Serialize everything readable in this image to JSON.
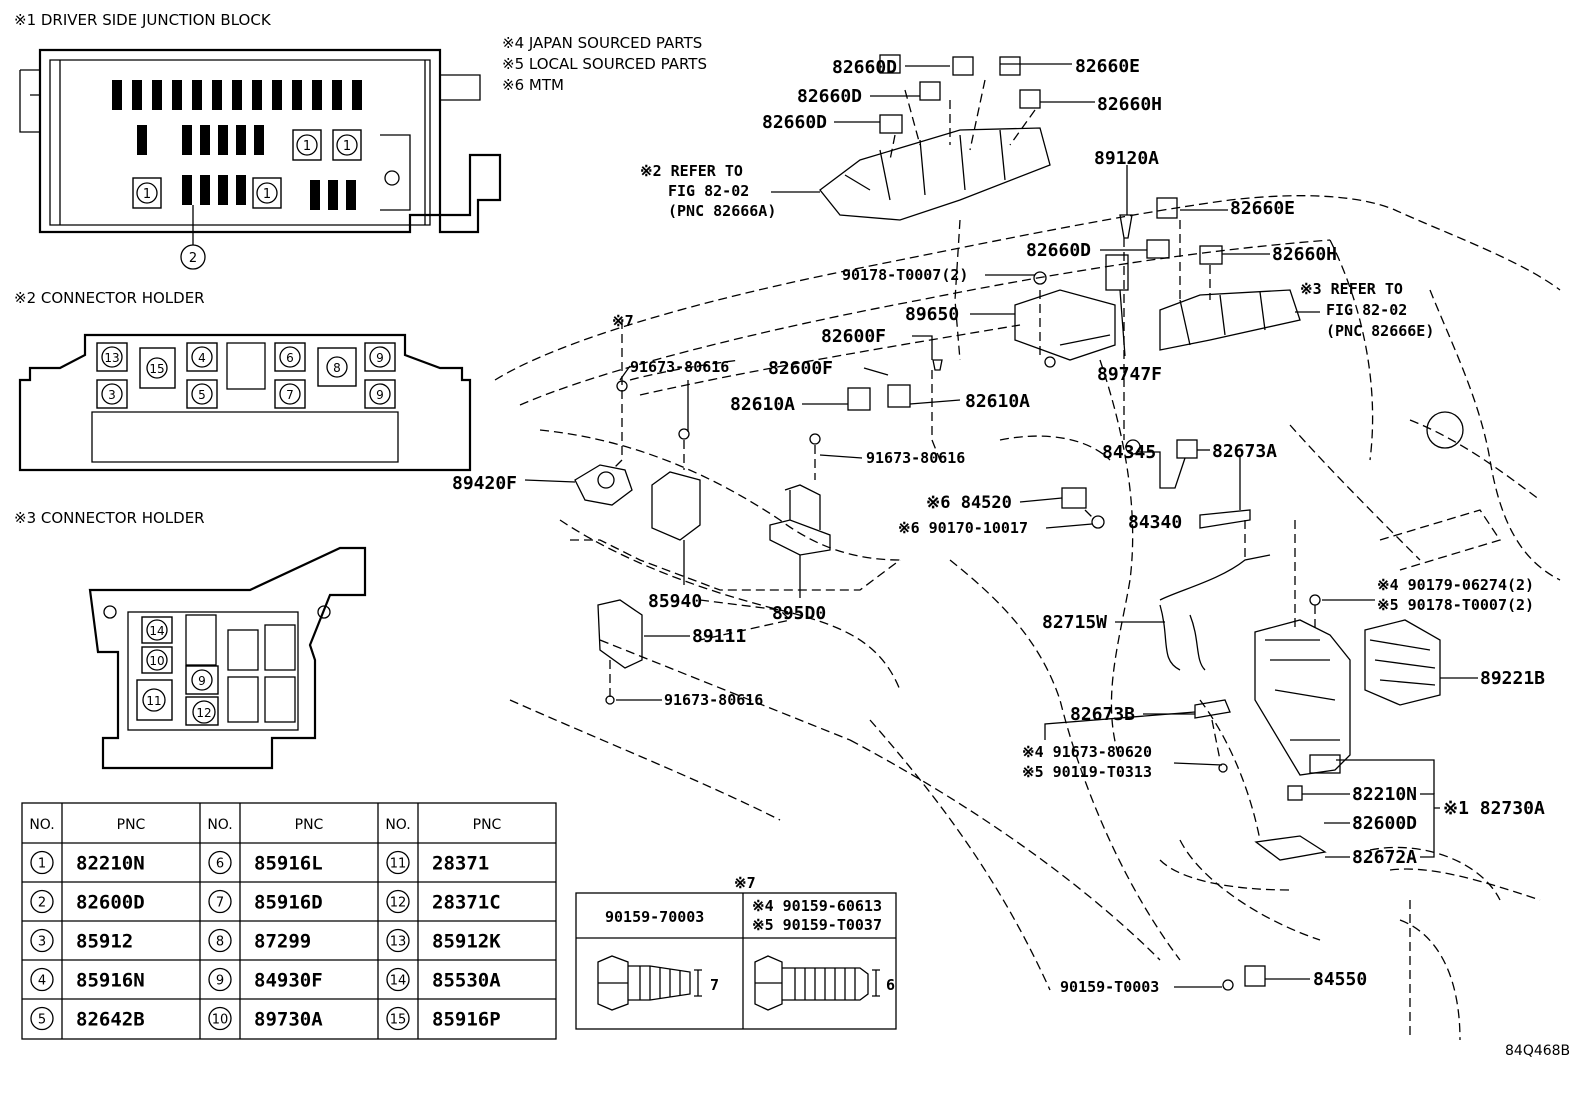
{
  "notes": {
    "japan": "※4 JAPAN SOURCED PARTS",
    "local": "※5 LOCAL SOURCED PARTS",
    "mtm": "※6 MTM"
  },
  "sections": {
    "jb": "※1 DRIVER SIDE JUNCTION BLOCK",
    "ch2": "※2 CONNECTOR HOLDER",
    "ch3": "※3 CONNECTOR HOLDER"
  },
  "inset_callouts": {
    "jb": [
      "1",
      "1",
      "1",
      "1",
      "2"
    ],
    "ch2": [
      "13",
      "15",
      "4",
      "6",
      "8",
      "9",
      "3",
      "5",
      "7",
      "9"
    ],
    "ch3": [
      "14",
      "10",
      "9",
      "11",
      "12"
    ]
  },
  "parts": [
    {
      "id": "p82660D_1",
      "label": "82660D"
    },
    {
      "id": "p82660E_1",
      "label": "82660E"
    },
    {
      "id": "p82660D_2",
      "label": "82660D"
    },
    {
      "id": "p82660H_1",
      "label": "82660H"
    },
    {
      "id": "p82660D_3",
      "label": "82660D"
    },
    {
      "id": "p89120A",
      "label": "89120A"
    },
    {
      "id": "p82660E_2",
      "label": "82660E"
    },
    {
      "id": "p82660D_4",
      "label": "82660D"
    },
    {
      "id": "p82660H_2",
      "label": "82660H"
    },
    {
      "id": "p90178T0007",
      "label": "90178-T0007(2)"
    },
    {
      "id": "p89650",
      "label": "89650"
    },
    {
      "id": "p82600F_1",
      "label": "82600F"
    },
    {
      "id": "p82600F_2",
      "label": "82600F"
    },
    {
      "id": "p89747F",
      "label": "89747F"
    },
    {
      "id": "p82610A_1",
      "label": "82610A"
    },
    {
      "id": "p82610A_2",
      "label": "82610A"
    },
    {
      "id": "p91673_1",
      "label": "91673-80616"
    },
    {
      "id": "p91673_2",
      "label": "91673-80616"
    },
    {
      "id": "p91673_3",
      "label": "91673-80616"
    },
    {
      "id": "p89420F",
      "label": "89420F"
    },
    {
      "id": "p84345",
      "label": "84345"
    },
    {
      "id": "p82673A",
      "label": "82673A"
    },
    {
      "id": "p84520",
      "label": "※6 84520"
    },
    {
      "id": "p84340",
      "label": "84340"
    },
    {
      "id": "p90170",
      "label": "※6 90170-10017"
    },
    {
      "id": "p85940",
      "label": "85940"
    },
    {
      "id": "p895D0",
      "label": "895D0"
    },
    {
      "id": "p89111",
      "label": "89111"
    },
    {
      "id": "p82715W",
      "label": "82715W"
    },
    {
      "id": "p90179",
      "label": "※4 90179-06274(2)"
    },
    {
      "id": "p90178b",
      "label": "※5 90178-T0007(2)"
    },
    {
      "id": "p89221B",
      "label": "89221B"
    },
    {
      "id": "p82673B",
      "label": "82673B"
    },
    {
      "id": "p91673_80620",
      "label": "※4 91673-80620"
    },
    {
      "id": "p90119",
      "label": "※5 90119-T0313"
    },
    {
      "id": "p82210N",
      "label": "82210N"
    },
    {
      "id": "p82730A",
      "label": "※1 82730A"
    },
    {
      "id": "p82600D",
      "label": "82600D"
    },
    {
      "id": "p82672A",
      "label": "82672A"
    },
    {
      "id": "p90159T0003",
      "label": "90159-T0003"
    },
    {
      "id": "p84550",
      "label": "84550"
    }
  ],
  "refer": {
    "r2": [
      "※2 REFER TO",
      "FIG 82-02",
      "(PNC 82666A)"
    ],
    "r3": [
      "※3 REFER TO",
      "FIG 82-02",
      "(PNC 82666E)"
    ]
  },
  "mark7": "※7",
  "table": {
    "headers": [
      "NO.",
      "PNC",
      "NO.",
      "PNC",
      "NO.",
      "PNC"
    ],
    "rows": [
      [
        "1",
        "82210N",
        "6",
        "85916L",
        "11",
        "28371"
      ],
      [
        "2",
        "82600D",
        "7",
        "85916D",
        "12",
        "28371C"
      ],
      [
        "3",
        "85912",
        "8",
        "87299",
        "13",
        "85912K"
      ],
      [
        "4",
        "85916N",
        "9",
        "84930F",
        "14",
        "85530A"
      ],
      [
        "5",
        "82642B",
        "10",
        "89730A",
        "15",
        "85916P"
      ]
    ]
  },
  "bolt_table": {
    "mark": "※7",
    "col1": "90159-70003",
    "col2a": "※4 90159-60613",
    "col2b": "※5 90159-T0037",
    "dim1": "7",
    "dim2": "6"
  },
  "figure_code": "84Q468B"
}
